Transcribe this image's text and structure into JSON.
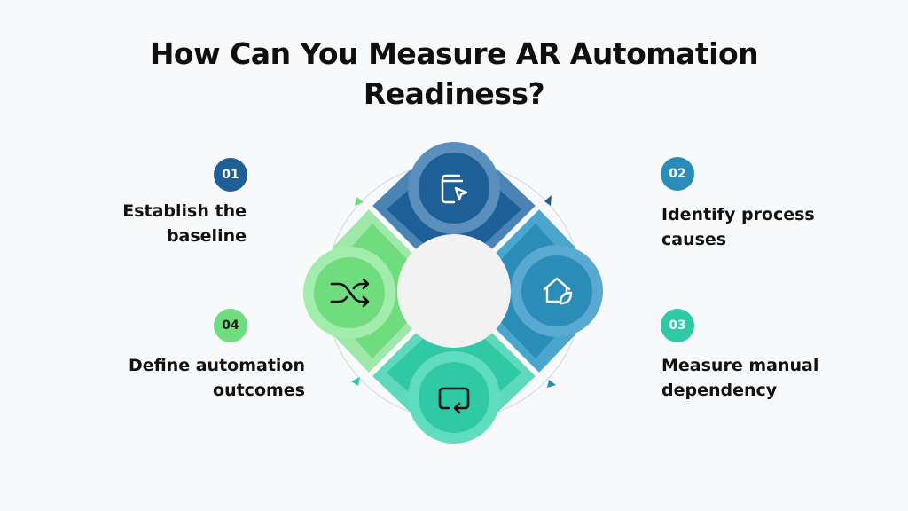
{
  "title_lines": [
    "How Can You Measure AR Automation",
    "Readiness?"
  ],
  "steps": [
    {
      "number": "01",
      "line1": "Establish the",
      "line2": "baseline",
      "color": "#1d5f96",
      "icon": "mobile-cursor-icon"
    },
    {
      "number": "02",
      "line1": "Identify process",
      "line2": "causes",
      "color": "#2a8db8",
      "icon": "home-leaf-icon"
    },
    {
      "number": "03",
      "line1": "Measure manual",
      "line2": "dependency",
      "color": "#2fc9a6",
      "icon": "repeat-icon"
    },
    {
      "number": "04",
      "line1": "Define automation",
      "line2": "outcomes",
      "color": "#6fdc7d",
      "icon": "shuffle-icon"
    }
  ],
  "colors": {
    "dark_blue": "#1d5f96",
    "mid_blue": "#2a8db8",
    "teal": "#2fc9a6",
    "green": "#6fdc7d",
    "center": "#f2f2f2"
  }
}
